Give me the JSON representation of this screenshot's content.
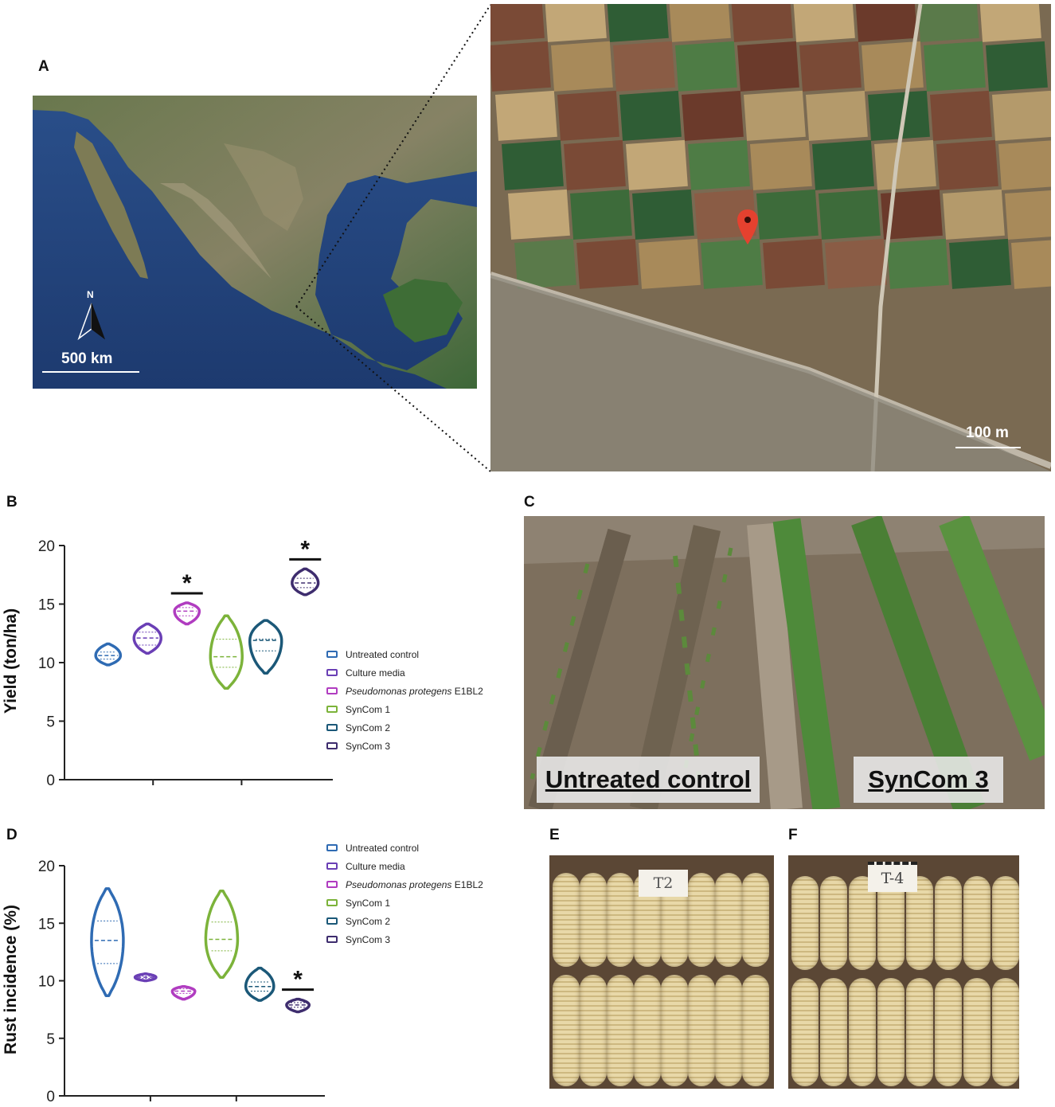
{
  "panels": {
    "a": "A",
    "b": "B",
    "c": "C",
    "d": "D",
    "e": "E",
    "f": "F"
  },
  "map_overview": {
    "scale_label": "500 km",
    "north_label": "N"
  },
  "map_zoom": {
    "scale_label": "100 m"
  },
  "photo_c": {
    "left_caption": "Untreated control",
    "right_caption": "SynCom 3"
  },
  "photo_e": {
    "tag": "T2"
  },
  "photo_f": {
    "tag": "T-4"
  },
  "legend_b": [
    {
      "label": "Untreated control",
      "italic": "",
      "suffix": ""
    },
    {
      "label": "Culture media",
      "italic": "",
      "suffix": ""
    },
    {
      "label": "",
      "italic": "Pseudomonas protegens",
      "suffix": " E1BL2"
    },
    {
      "label": "SynCom 1",
      "italic": "",
      "suffix": ""
    },
    {
      "label": "SynCom 2",
      "italic": "",
      "suffix": ""
    },
    {
      "label": "SynCom 3",
      "italic": "",
      "suffix": ""
    }
  ],
  "legend_d": [
    {
      "label": "Untreated control",
      "italic": "",
      "suffix": ""
    },
    {
      "label": "Culture media",
      "italic": "",
      "suffix": ""
    },
    {
      "label": "",
      "italic": "Pseudomonas protegens",
      "suffix": " E1BL2"
    },
    {
      "label": "SynCom 1",
      "italic": "",
      "suffix": ""
    },
    {
      "label": "SynCom 2",
      "italic": "",
      "suffix": ""
    },
    {
      "label": "SynCom 3",
      "italic": "",
      "suffix": ""
    }
  ],
  "colors": {
    "untreated": "#2f6bb3",
    "culture": "#6a3fb5",
    "pseudomonas": "#b03cc0",
    "syncom1": "#7cb33a",
    "syncom2": "#1b5878",
    "syncom3": "#3e2d6e"
  },
  "chart_data": [
    {
      "type": "violin",
      "ylabel": "Yield (ton/ha)",
      "ylim": [
        0,
        20
      ],
      "yticks": [
        "0",
        "5",
        "10",
        "15",
        "20"
      ],
      "categories": [
        "Untreated control",
        "Culture media",
        "Pseudomonas protegens E1BL2",
        "SynCom 1",
        "SynCom 2",
        "SynCom 3"
      ],
      "series": [
        {
          "median": 10.6,
          "q1": 10.3,
          "q3": 10.9,
          "min": 9.8,
          "max": 11.6,
          "significant": false
        },
        {
          "median": 12.1,
          "q1": 11.5,
          "q3": 12.6,
          "min": 10.8,
          "max": 13.3,
          "significant": false
        },
        {
          "median": 14.4,
          "q1": 14.0,
          "q3": 14.7,
          "min": 13.3,
          "max": 15.1,
          "significant": true
        },
        {
          "median": 10.5,
          "q1": 9.6,
          "q3": 12.0,
          "min": 7.8,
          "max": 14.0,
          "significant": false
        },
        {
          "median": 11.9,
          "q1": 11.0,
          "q3": 12.0,
          "min": 9.1,
          "max": 13.6,
          "significant": false
        },
        {
          "median": 16.8,
          "q1": 16.4,
          "q3": 17.2,
          "min": 15.8,
          "max": 18.0,
          "significant": true
        }
      ],
      "significance_marker": "*"
    },
    {
      "type": "violin",
      "ylabel": "Rust incidence (%)",
      "ylim": [
        0,
        20
      ],
      "yticks": [
        "0",
        "5",
        "10",
        "15",
        "20"
      ],
      "categories": [
        "Untreated control",
        "Culture media",
        "Pseudomonas protegens E1BL2",
        "SynCom 1",
        "SynCom 2",
        "SynCom 3"
      ],
      "series": [
        {
          "median": 13.5,
          "q1": 11.5,
          "q3": 15.2,
          "min": 8.7,
          "max": 18.0,
          "significant": false
        },
        {
          "median": 10.3,
          "q1": 10.2,
          "q3": 10.4,
          "min": 10.0,
          "max": 10.6,
          "significant": false
        },
        {
          "median": 9.1,
          "q1": 8.9,
          "q3": 9.3,
          "min": 8.4,
          "max": 9.5,
          "significant": false
        },
        {
          "median": 13.6,
          "q1": 12.6,
          "q3": 15.1,
          "min": 10.3,
          "max": 17.8,
          "significant": false
        },
        {
          "median": 9.5,
          "q1": 9.1,
          "q3": 9.9,
          "min": 8.3,
          "max": 11.1,
          "significant": false
        },
        {
          "median": 7.9,
          "q1": 7.7,
          "q3": 8.1,
          "min": 7.3,
          "max": 8.4,
          "significant": true
        }
      ],
      "significance_marker": "*"
    }
  ]
}
